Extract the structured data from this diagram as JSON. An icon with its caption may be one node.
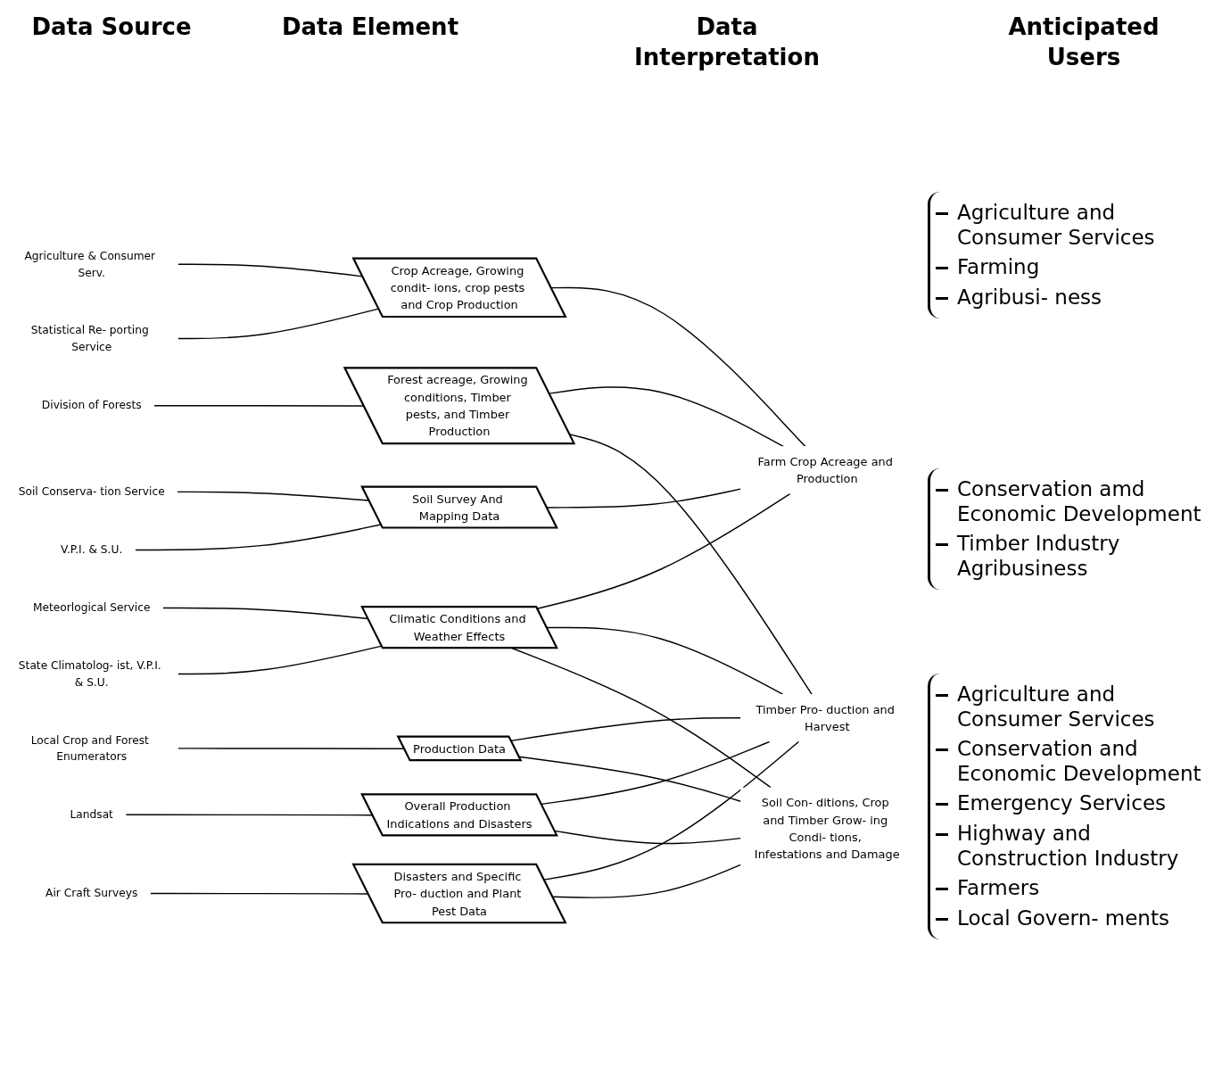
{
  "diagram": {
    "nodes": [
      {
        "text": [
          "Agriculture & Consumer Serv."
        ]
      },
      {
        "text": [
          "Statistical Re- porting Service"
        ]
      },
      {
        "text": [
          "Division of Forests"
        ]
      },
      {
        "text": [
          "Meteorlogical Service"
        ]
      },
      {
        "text": [
          "State Climatolog- ist, V.P.I. & S.U."
        ]
      },
      {
        "text": [
          "Soil Conserva- tion Service"
        ]
      },
      {
        "text": [
          "V.P.I. & S.U."
        ]
      },
      {
        "text": [
          "Local Crop and Forest Enumerators"
        ]
      },
      {
        "text": [
          "Landsat"
        ]
      },
      {
        "text": [
          "Air Craft Surveys"
        ]
      },
      {
        "text": [
          "Crop Acreage, Growing condit- ions, crop pests and Crop Production"
        ]
      },
      {
        "text": [
          "Forest acreage, Growing conditions, Timber pests, and Timber Production"
        ]
      },
      {
        "text": [
          "Climatic Conditions and Weather Effects"
        ]
      },
      {
        "text": [
          "Soil Survey And Mapping Data"
        ]
      },
      {
        "text": [
          "Production Data"
        ]
      },
      {
        "text": [
          "Overall Production Indications and Disasters"
        ]
      },
      {
        "text": [
          "Disasters and Specific Pro- duction and Plant Pest Data"
        ]
      },
      {
        "text": [
          "Farm Crop Acreage and Production"
        ]
      },
      {
        "text": [
          "Timber Pro- duction and Harvest"
        ]
      },
      {
        "text": [
          "Soil Con- ditions, Crop and Timber Grow- ing Condi- tions, Infestations and Damage"
        ]
      }
    ],
    "edges": [
      {
        "from": 0,
        "to": 10,
        "arrow": "none"
      },
      {
        "from": 1,
        "to": 10,
        "arrow": "none"
      },
      {
        "from": 2,
        "to": 11,
        "arrow": "none"
      },
      {
        "from": 3,
        "to": 12,
        "arrow": "none"
      },
      {
        "from": 4,
        "to": 12,
        "arrow": "none"
      },
      {
        "from": 5,
        "to": 13,
        "arrow": "none"
      },
      {
        "from": 6,
        "to": 13,
        "arrow": "none"
      },
      {
        "from": 7,
        "to": 14,
        "arrow": "none"
      },
      {
        "from": 8,
        "to": 15,
        "arrow": "none"
      },
      {
        "from": 9,
        "to": 16,
        "arrow": "none"
      },
      {
        "from": 10,
        "to": 17,
        "arrow": "none"
      },
      {
        "from": 11,
        "to": 17,
        "arrow": "none"
      },
      {
        "from": 12,
        "to": 17,
        "arrow": "none"
      },
      {
        "from": 13,
        "to": 17,
        "arrow": "none"
      },
      {
        "from": 11,
        "to": 18,
        "arrow": "none"
      },
      {
        "from": 12,
        "to": 18,
        "arrow": "none"
      },
      {
        "from": 14,
        "to": 18,
        "arrow": "none"
      },
      {
        "from": 15,
        "to": 18,
        "arrow": "none"
      },
      {
        "from": 16,
        "to": 18,
        "arrow": "none"
      },
      {
        "from": 12,
        "to": 19,
        "arrow": "none"
      },
      {
        "from": 14,
        "to": 19,
        "arrow": "none"
      },
      {
        "from": 15,
        "to": 19,
        "arrow": "none"
      },
      {
        "from": 16,
        "to": 19,
        "arrow": "none"
      }
    ],
    "labels": [
      "Data Source",
      "Data Element",
      "Data Interpretation",
      "Anticipated Users",
      "Agriculture and Consumer Services",
      "Farming",
      "Agribusi- ness",
      "Conservation amd Economic Development",
      "Timber Industry Agribusiness",
      "Agriculture and Consumer Services",
      "Conservation and Economic Development",
      "Emergency Services",
      "Highway and Construction Industry",
      "Farmers",
      "Local Govern- ments"
    ]
  }
}
